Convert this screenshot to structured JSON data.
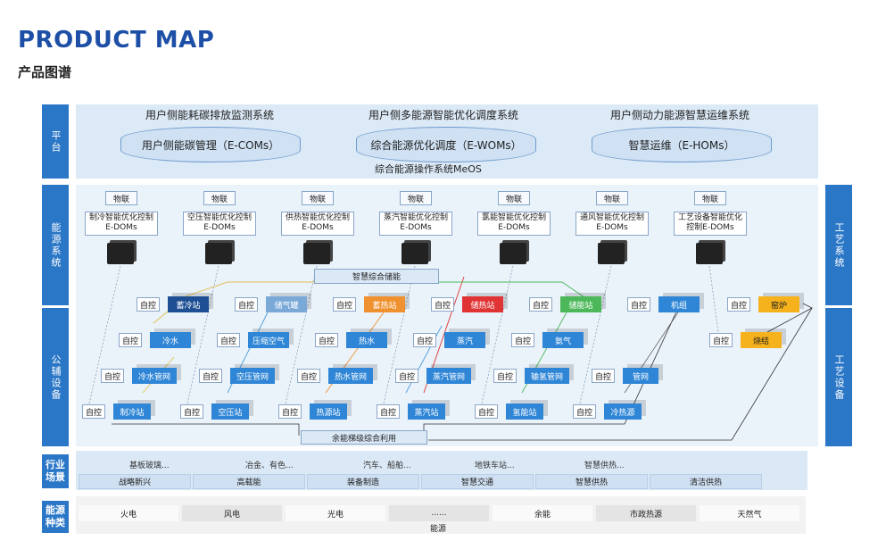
{
  "header": {
    "title": "PRODUCT MAP",
    "subtitle": "产品图谱"
  },
  "sidebars": {
    "platform": "平台",
    "energy_system": "能源系统",
    "utilities": "公辅设备",
    "process_system": "工艺系统",
    "process_equipment": "工艺设备"
  },
  "platform": {
    "systems": [
      {
        "title": "用户侧能耗碳排放监测系统",
        "product": "用户侧能碳管理（E-COMs）"
      },
      {
        "title": "用户侧多能源智能优化调度系统",
        "product": "综合能源优化调度（E-WOMs）"
      },
      {
        "title": "用户侧动力能源智慧运维系统",
        "product": "智慧运维（E-HOMs）"
      }
    ],
    "os": "综合能源操作系统MeOS"
  },
  "iot_label": "物联",
  "controllers": [
    "制冷智能优化控制\nE-DOMs",
    "空压智能优化控制\nE-DOMs",
    "供热智能优化控制\nE-DOMs",
    "蒸汽智能优化控制\nE-DOMs",
    "氯能智能优化控制\nE-DOMs",
    "通风智能优化控制\nE-DOMs",
    "工艺设备智能优化\n控制E-DOMs"
  ],
  "storage_bar": "智慧综合储能",
  "waste_bar": "余能梯级综合利用",
  "self_control": "自控",
  "rows": {
    "row1": [
      "蓄冷站",
      "储气罐",
      "蓄热站",
      "储热站",
      "储能站",
      "机组",
      "窑炉"
    ],
    "row2": [
      "冷水",
      "压缩空气",
      "热水",
      "蒸汽",
      "氨气",
      "烧结"
    ],
    "row3": [
      "冷水管网",
      "空压管网",
      "热水管网",
      "蒸汽管网",
      "输氢管网",
      "管网"
    ],
    "row4": [
      "制冷站",
      "空压站",
      "热源站",
      "蒸汽站",
      "氢能站",
      "冷热源"
    ]
  },
  "industry": {
    "label": "行业\n场景",
    "top": [
      "基板玻璃...",
      "冶金、有色...",
      "汽车、船舶...",
      "地铁车站...",
      "智慧供热..."
    ],
    "bottom": [
      "战略新兴",
      "高载能",
      "装备制造",
      "智慧交通",
      "智慧供热",
      "清洁供热"
    ]
  },
  "energy": {
    "label": "能源\n种类",
    "items": [
      "火电",
      "风电",
      "光电",
      "......",
      "余能",
      "市政热源",
      "天然气"
    ],
    "caption": "能源"
  },
  "colors": {
    "brand": "#1d4fa6",
    "sidebar": "#2b77c7",
    "blue_box": "#2f86d6",
    "orange": "#f0912f",
    "red": "#e03333",
    "green": "#4cb85a",
    "gold": "#f6b21c"
  }
}
